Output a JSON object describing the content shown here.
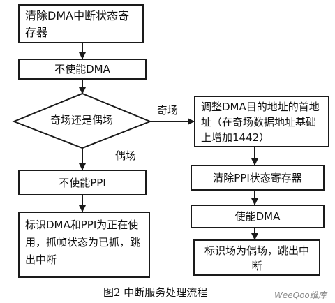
{
  "steps": {
    "clear_dma_status": "清除DMA中断状态寄存器",
    "disable_dma": "不使能DMA",
    "decision": "奇场还是偶场",
    "disable_ppi": "不使能PPI",
    "mark_dma_ppi": "标识DMA和PPI为正在使用，抓帧状态为已抓，跳出中断",
    "adjust_dma": "调整DMA目的地址的首地址（在奇场数据地址基础上增加1442）",
    "clear_ppi_status": "清除PPI状态寄存器",
    "enable_dma": "使能DMA",
    "mark_even": "标识场为偶场，跳出中断"
  },
  "edges": {
    "odd": "奇场",
    "even": "偶场"
  },
  "caption": "图2  中断服务处理流程",
  "watermark": "WeeQoo维库"
}
